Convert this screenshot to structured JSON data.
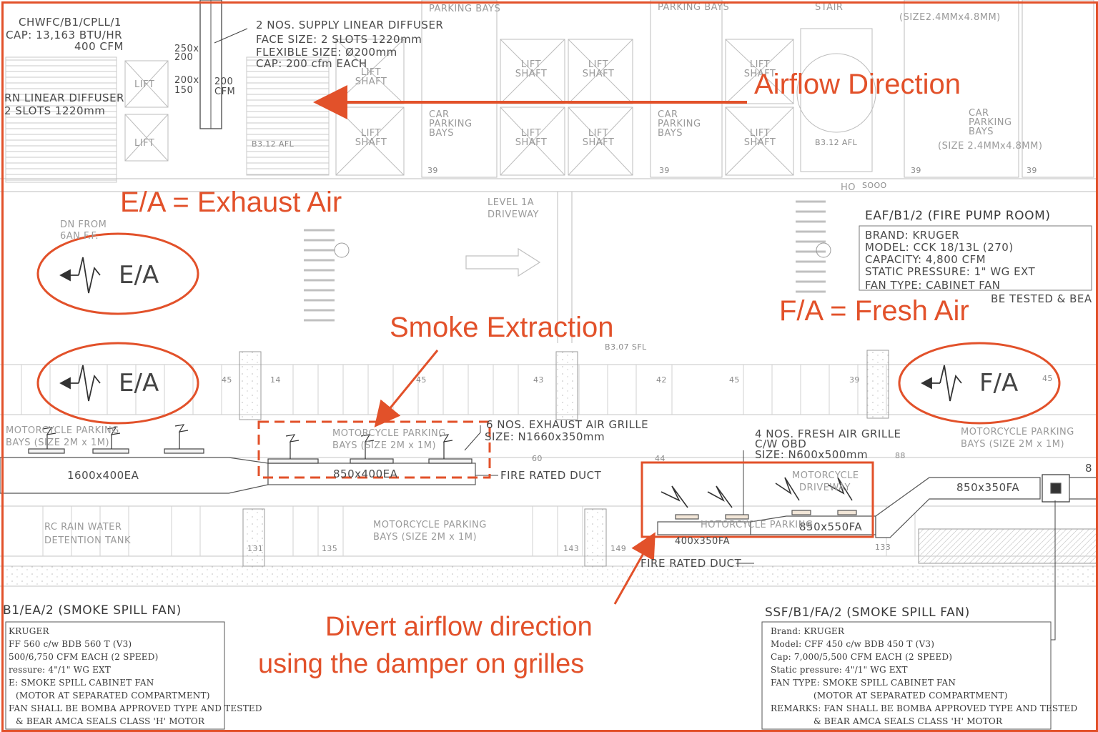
{
  "annotations": {
    "airflow_direction": "Airflow Direction",
    "exhaust_air": "E/A = Exhaust Air",
    "fresh_air": "F/A = Fresh Air",
    "smoke_extraction": "Smoke Extraction",
    "divert_line1": "Divert airflow direction",
    "divert_line2": "using the damper on grilles",
    "color": "#e2512a"
  },
  "symbols": {
    "ea_top": "E/A",
    "ea_bottom": "E/A",
    "fa": "F/A"
  },
  "top_left": {
    "unit_line1": "CHWFC/B1/CPLL/1",
    "unit_line2": "CAP: 13,163 BTU/HR",
    "unit_line3": "400 CFM",
    "diffuser_line1": "2 NOS. SUPPLY LINEAR DIFFUSER",
    "diffuser_line2": "FACE SIZE: 2 SLOTS 1220mm",
    "diffuser_line3": "FLEXIBLE SIZE: Ø200mm",
    "diffuser_line4": "CAP: 200 cfm EACH",
    "return_line1": "RN LINEAR DIFFUSER",
    "return_line2": "2 SLOTS 1220mm",
    "dim_250": "250x",
    "dim_200a": "200",
    "dim_200b": "200x",
    "dim_150": "150",
    "dim_200c": "200",
    "dim_cfm": "CFM",
    "lift": "LIFT",
    "dn_from": "DN FROM",
    "dn_from2": "6AN F.F."
  },
  "parking": {
    "parking_bays_top": "PARKING BAYS",
    "lift_shaft": "LIFT SHAFT",
    "car_parking_bays": "CAR PARKING BAYS",
    "size_top": "(SIZE2.4MMx4.8MM)",
    "size_right": "(SIZE 2.4MMx4.8MM)",
    "bay_num_39": "39",
    "bay_num_43": "43",
    "bay_num_42": "42",
    "bay_num_45": "45",
    "bay_num_44": "44",
    "bay_num_60": "60",
    "bay_num_14": "14",
    "bay_num_131": "131",
    "bay_num_135": "135",
    "bay_num_143": "143",
    "bay_num_149": "149",
    "bay_num_133": "133",
    "bay_num_88": "88",
    "level": "LEVEL 1A",
    "driveway": "DRIVEWAY",
    "stair": "STAIR",
    "ho": "HO",
    "sooo": "SOOO",
    "ssl": "B3.07 SFL",
    "fl_level": "B3.12 AFL"
  },
  "eaf_spec": {
    "title": "EAF/B1/2 (FIRE PUMP ROOM)",
    "brand": "BRAND: KRUGER",
    "model": "MODEL: CCK 18/13L (270)",
    "capacity": "CAPACITY: 4,800 CFM",
    "static": "STATIC PRESSURE: 1\" WG EXT",
    "fan_type": "FAN TYPE: CABINET FAN",
    "tested": "BE TESTED & BEA"
  },
  "grilles": {
    "exhaust_line1": "6 NOS. EXHAUST AIR GRILLE",
    "exhaust_line2": "SIZE: N1660x350mm",
    "fresh_line1": "4 NOS. FRESH AIR GRILLE",
    "fresh_line2": "C/W OBD",
    "fresh_line3": "SIZE: N600x500mm",
    "fire_rated_duct_a": "FIRE RATED DUCT",
    "fire_rated_duct_b": "FIRE RATED DUCT",
    "duct_1600": "1600x400EA",
    "duct_850ea": "850x400EA",
    "duct_850fa_a": "850x550FA",
    "duct_850fa_b": "850x350FA",
    "duct_400": "400x350FA",
    "motorcycle_parking": "MOTORCYCLE PARKING",
    "bays_size": "BAYS (SIZE 2M x 1M)",
    "motorcycle_driveway_a": "MOTORCYCLE",
    "motorcycle_driveway_b": "DRIVEWAY",
    "rc_tank_a": "RC RAIN WATER",
    "rc_tank_b": "DETENTION TANK",
    "hotor": "HOTORCYCLE PARKING",
    "num_8": "8"
  },
  "fan_left": {
    "title": "B1/EA/2 (SMOKE SPILL FAN)",
    "l1": "KRUGER",
    "l2": "FF 560 c/w BDB 560 T (V3)",
    "l3": "500/6,750 CFM EACH (2 SPEED)",
    "l4": "ressure: 4\"/1\" WG EXT",
    "l5": "E: SMOKE SPILL CABINET FAN",
    "l6": "(MOTOR AT SEPARATED COMPARTMENT)",
    "l7": "FAN SHALL BE BOMBA APPROVED TYPE AND TESTED",
    "l8": "& BEAR AMCA SEALS CLASS 'H' MOTOR"
  },
  "fan_right": {
    "title": "SSF/B1/FA/2 (SMOKE SPILL FAN)",
    "l1": "Brand: KRUGER",
    "l2": "Model: CFF 450 c/w BDB 450 T (V3)",
    "l3": "Cap: 7,000/5,500 CFM EACH (2 SPEED)",
    "l4": "Static pressure: 4\"/1\" WG EXT",
    "l5": "FAN TYPE: SMOKE SPILL CABINET FAN",
    "l6": "(MOTOR AT SEPARATED COMPARTMENT)",
    "l7": "REMARKS: FAN SHALL BE BOMBA APPROVED TYPE AND TESTED",
    "l8": "& BEAR AMCA SEALS CLASS 'H' MOTOR"
  }
}
